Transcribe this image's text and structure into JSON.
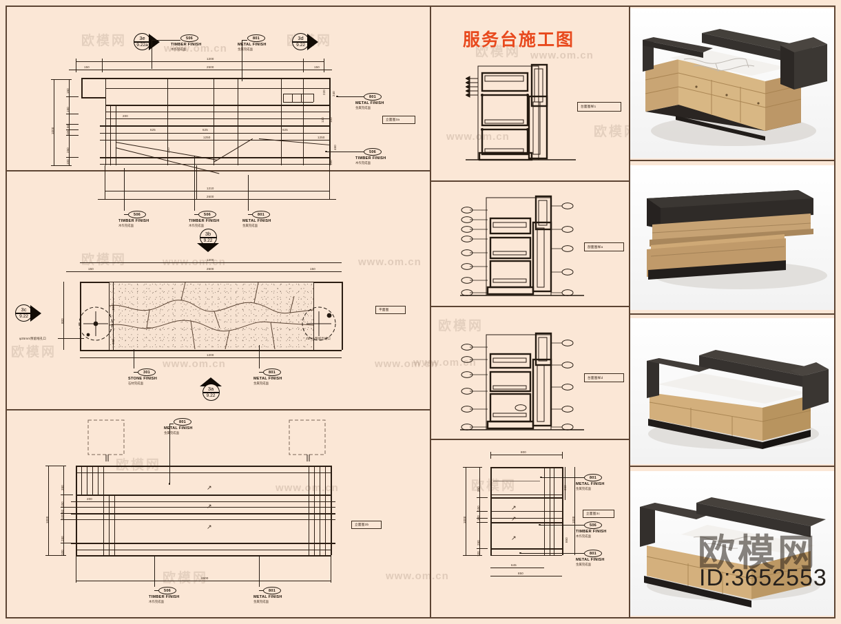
{
  "sheet": {
    "title_cn": "服务台施工图",
    "watermark_url": "www.om.cn",
    "watermark_url_long": "www.om.cn",
    "watermark_cn": "欧模网",
    "id_label": "ID:3652553"
  },
  "finishes": {
    "timber": {
      "code": "506",
      "en": "TIMBER FINISH",
      "cn": "木作完成面"
    },
    "metal": {
      "code": "801",
      "en": "METAL FINISH",
      "cn": "金属完成面"
    },
    "stone": {
      "code": "301",
      "en": "STONE FINISH",
      "cn": "石材完成面"
    }
  },
  "markers": {
    "m3e": {
      "top": "3e",
      "bottom": "9.22a"
    },
    "m3d": {
      "top": "3d",
      "bottom": "9.22"
    },
    "m3b": {
      "top": "3b",
      "bottom": "9.22"
    },
    "m3c": {
      "top": "3c",
      "bottom": "9.22"
    },
    "m3a": {
      "top": "3a",
      "bottom": "9.22"
    }
  },
  "view_labels": {
    "elev_3a": "立面图3a",
    "plan": "平面图",
    "elev_3b": "立面图3b",
    "elev_3c": "立面图3c",
    "detail_1": "台面图样1",
    "detail_2": "剖面图样a",
    "detail_3": "台面图样d"
  },
  "elevation_top": {
    "dims_top": [
      "1200",
      "2500"
    ],
    "dims_edges": [
      "150",
      "150"
    ],
    "dims_left": [
      "150",
      "150",
      "50",
      "100",
      "250",
      "100",
      "1000"
    ],
    "dims_inner": [
      "200",
      "625",
      "625",
      "625",
      "1250",
      "2600",
      "1210"
    ],
    "dims_right": [
      "220",
      "240",
      "130",
      "100",
      "1250",
      "460",
      "100",
      "220"
    ]
  },
  "plan_view": {
    "dims_top": [
      "1200",
      "2500",
      "150",
      "150"
    ],
    "dims_bottom": [
      "1200",
      "1200"
    ],
    "dims_left": [
      "800",
      "200",
      "200"
    ],
    "note_left": "φ35mm预留线孔口",
    "note_right": "25mm预留出线口"
  },
  "elevation_bottom": {
    "dims_left": [
      "350",
      "150",
      "50",
      "100",
      "50",
      "250",
      "100",
      "1000"
    ],
    "dims_inner": [
      "200"
    ],
    "dims_bottom": [
      "2600"
    ]
  },
  "detail_bottom": {
    "dims_top": [
      "800"
    ],
    "dims_left": [
      "350",
      "150",
      "50",
      "100",
      "250",
      "100",
      "1000"
    ],
    "dims_right": [
      "350",
      "100",
      "100",
      "850",
      "1000"
    ],
    "dims_bottom": [
      "645",
      "850"
    ]
  },
  "renders": [
    {
      "name": "perspective-open-counter"
    },
    {
      "name": "front-elevation-massing"
    },
    {
      "name": "perspective-angled-counter"
    },
    {
      "name": "perspective-counter-with-id"
    }
  ]
}
